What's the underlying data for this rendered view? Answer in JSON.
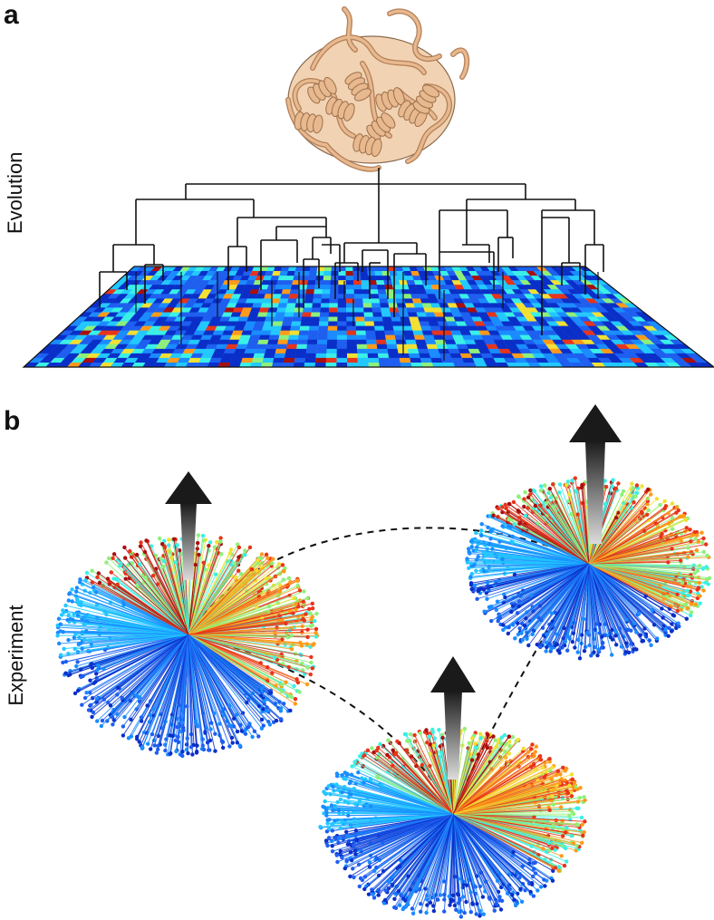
{
  "panel_a": {
    "letter": "a",
    "side_label": "Evolution"
  },
  "panel_b": {
    "letter": "b",
    "side_label": "Experiment"
  },
  "colors": {
    "protein": "#e8b98e",
    "tree": "#111111",
    "heatmap_palette": [
      "#0a2fc8",
      "#1e5ff0",
      "#1a8cff",
      "#22c8ff",
      "#3af0e6",
      "#8ef07a",
      "#f2e033",
      "#ff9a1a",
      "#e8341a",
      "#a80f0f"
    ],
    "arrow_dark": "#1a1a1a",
    "arrow_light": "#d8d8d8",
    "dashed_link": "#111111"
  }
}
